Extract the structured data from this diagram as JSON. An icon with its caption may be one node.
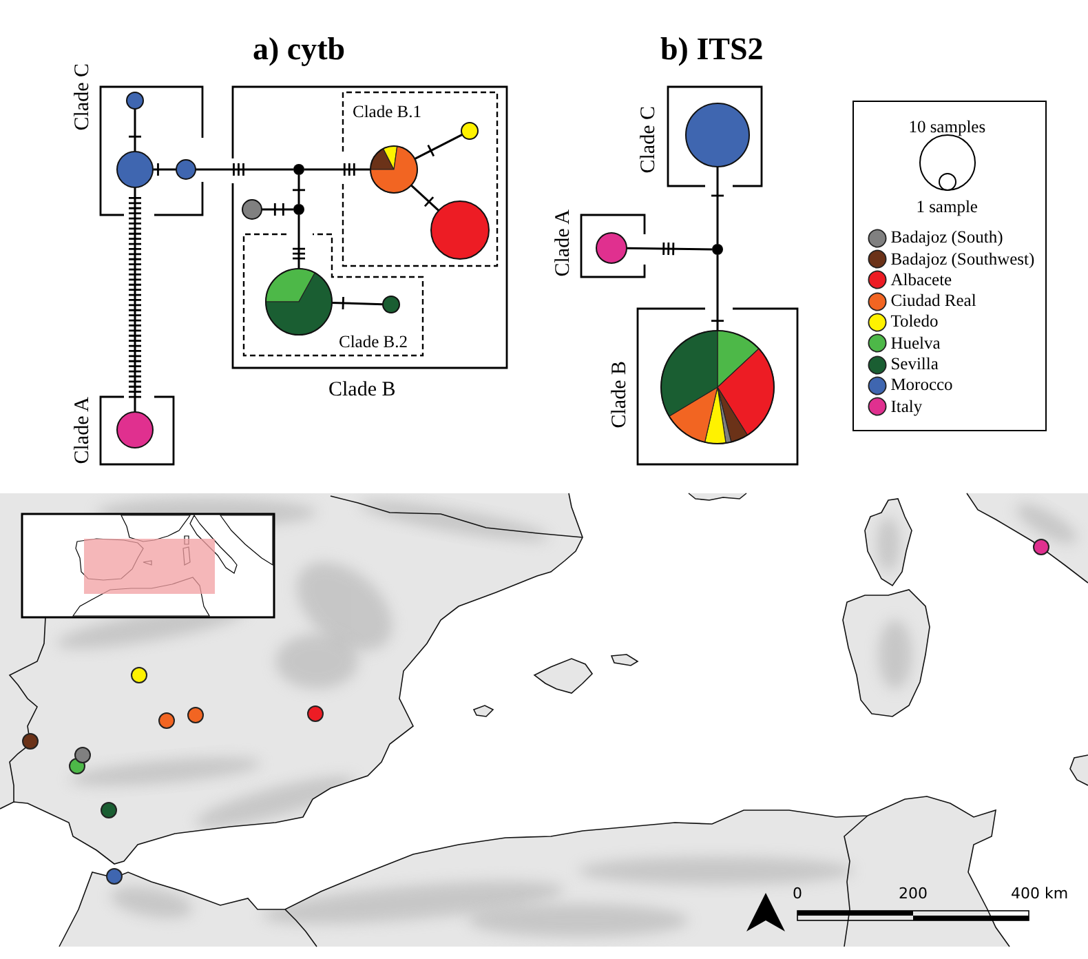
{
  "diagram": {
    "nodes": [
      {
        "text": [
          "Clade C"
        ]
      },
      {
        "text": [],
        "shape": "circle",
        "in": 0
      },
      {
        "text": [],
        "shape": "circle",
        "in": 0
      },
      {
        "text": [],
        "shape": "circle",
        "in": 0
      },
      {
        "text": [
          "Clade A"
        ]
      },
      {
        "text": [],
        "shape": "circle",
        "in": 4
      },
      {
        "text": [
          "Clade B"
        ]
      },
      {
        "text": [],
        "shape": "circle",
        "in": 6
      },
      {
        "text": [],
        "shape": "circle",
        "in": 6
      },
      {
        "text": [],
        "shape": "circle",
        "in": 6
      },
      {
        "text": [
          "Clade B.1"
        ],
        "in": 6
      },
      {
        "text": [],
        "shape": "circle",
        "in": 10
      },
      {
        "text": [],
        "shape": "circle",
        "in": 10
      },
      {
        "text": [],
        "shape": "circle",
        "in": 10
      },
      {
        "text": [
          "Clade B.2"
        ],
        "in": 6
      },
      {
        "text": [],
        "shape": "circle",
        "in": 14
      },
      {
        "text": [],
        "shape": "circle",
        "in": 14
      },
      {
        "text": [
          "Clade C"
        ]
      },
      {
        "text": [],
        "shape": "circle",
        "in": 17
      },
      {
        "text": [
          "Clade A"
        ]
      },
      {
        "text": [],
        "shape": "circle",
        "in": 19
      },
      {
        "text": [],
        "shape": "circle"
      },
      {
        "text": [
          "Clade B"
        ]
      },
      {
        "text": [],
        "shape": "circle",
        "in": 22
      }
    ],
    "edges": [
      {
        "from": 1,
        "to": 2,
        "arrow": "none"
      },
      {
        "from": 2,
        "to": 3,
        "arrow": "none"
      },
      {
        "from": 2,
        "to": 5,
        "arrow": "none"
      },
      {
        "from": 3,
        "to": 7,
        "arrow": "none"
      },
      {
        "from": 7,
        "to": 11,
        "arrow": "none"
      },
      {
        "from": 7,
        "to": 8,
        "arrow": "none"
      },
      {
        "from": 8,
        "to": 9,
        "arrow": "none"
      },
      {
        "from": 8,
        "to": 15,
        "arrow": "none"
      },
      {
        "from": 11,
        "to": 12,
        "arrow": "none"
      },
      {
        "from": 11,
        "to": 13,
        "arrow": "none"
      },
      {
        "from": 15,
        "to": 16,
        "arrow": "none"
      },
      {
        "from": 18,
        "to": 21,
        "arrow": "none"
      },
      {
        "from": 20,
        "to": 21,
        "arrow": "none"
      },
      {
        "from": 21,
        "to": 23,
        "arrow": "none"
      }
    ],
    "labels": [
      "a) cytb",
      "b) ITS2",
      "0",
      "200",
      "400 km"
    ],
    "legend": [
      {
        "text": "10 samples"
      },
      {
        "text": "1 sample"
      },
      {
        "text": "Badajoz (South)",
        "color": "#808080"
      },
      {
        "text": "Badajoz (Southwest)",
        "color": "#6b3218"
      },
      {
        "text": "Albacete",
        "color": "#ed1c24"
      },
      {
        "text": "Ciudad Real",
        "color": "#f26522"
      },
      {
        "text": "Toledo",
        "color": "#fff200"
      },
      {
        "text": "Huelva",
        "color": "#4db848"
      },
      {
        "text": "Sevilla",
        "color": "#1a5e32"
      },
      {
        "text": "Morocco",
        "color": "#3f66b0"
      },
      {
        "text": "Italy",
        "color": "#e0308f"
      }
    ]
  }
}
